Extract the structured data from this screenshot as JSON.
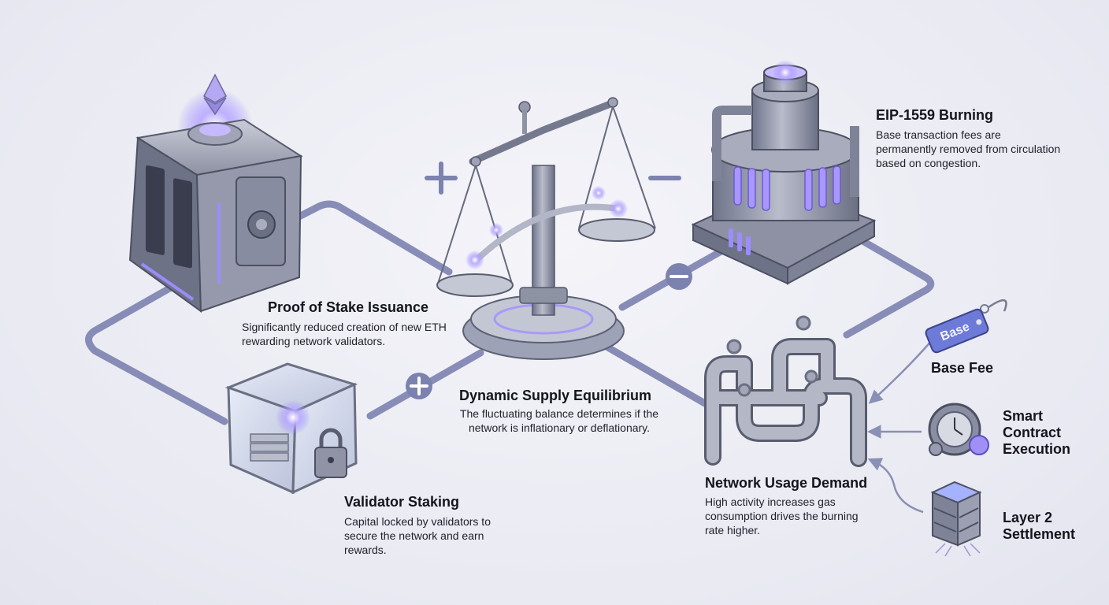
{
  "labels": {
    "pos": {
      "title": "Proof of Stake Issuance",
      "desc": "Significantly reduced creation of new ETH rewarding network validators."
    },
    "eip": {
      "title": "EIP-1559 Burning",
      "desc": "Base transaction fees are permanently removed from circulation based on congestion."
    },
    "equilibrium": {
      "title": "Dynamic Supply Equilibrium",
      "desc": "The fluctuating balance determines if the network is inflationary or deflationary."
    },
    "staking": {
      "title": "Validator Staking",
      "desc": "Capital locked by validators to secure the network and earn rewards."
    },
    "usage": {
      "title": "Network Usage Demand",
      "desc": "High activity increases gas consumption drives the burning rate higher."
    }
  },
  "inputs": {
    "base_fee": "Base Fee",
    "base_tag": "Base",
    "smart_contract": "Smart Contract Execution",
    "layer2": "Layer 2 Settlement"
  },
  "symbols": {
    "plus": "+",
    "minus": "−"
  },
  "colors": {
    "pipe": "#7c82b0",
    "accent": "#8b7cf0",
    "metal": "#8e93a3"
  }
}
